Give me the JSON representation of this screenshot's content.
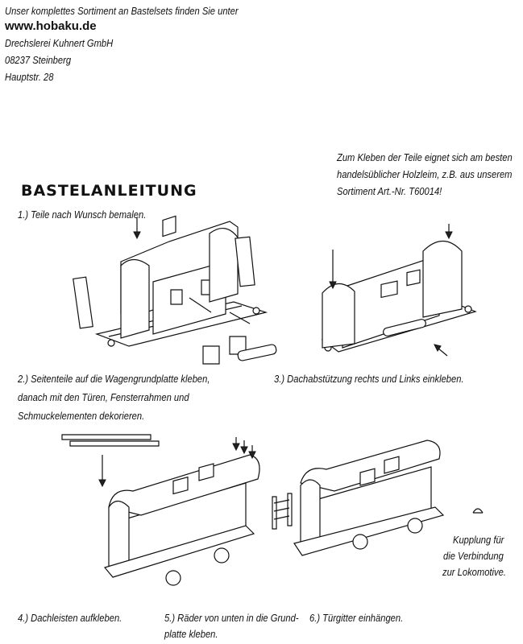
{
  "header": {
    "intro": "Unser komplettes Sortiment an Bastelsets finden Sie unter",
    "website": "www.hobaku.de",
    "company": "Drechslerei Kuhnert GmbH",
    "city": "08237 Steinberg",
    "street": "Hauptstr. 28"
  },
  "note": {
    "line1": "Zum Kleben der Teile eignet sich am besten",
    "line2": "handelsüblicher Holzleim, z.B. aus unserem",
    "line3": "Sortiment Art.-Nr. T60014!"
  },
  "title": "BASTELANLEITUNG",
  "steps": {
    "s1": "1.) Teile nach Wunsch bemalen.",
    "s2_line1": "2.) Seitenteile auf die Wagengrundplatte kleben,",
    "s2_line2": "danach mit den Türen, Fensterrahmen und",
    "s2_line3": "Schmuckelementen dekorieren.",
    "s3": "3.) Dachabstützung rechts und Links einkleben.",
    "s4": "4.) Dachleisten aufkleben.",
    "s5_line1": "5.) Räder von unten in die Grund-",
    "s5_line2": "platte kleben.",
    "s6": "6.) Türgitter einhängen."
  },
  "coupling": {
    "line1": "Kupplung für",
    "line2": "die Verbindung",
    "line3": "zur Lokomotive."
  }
}
